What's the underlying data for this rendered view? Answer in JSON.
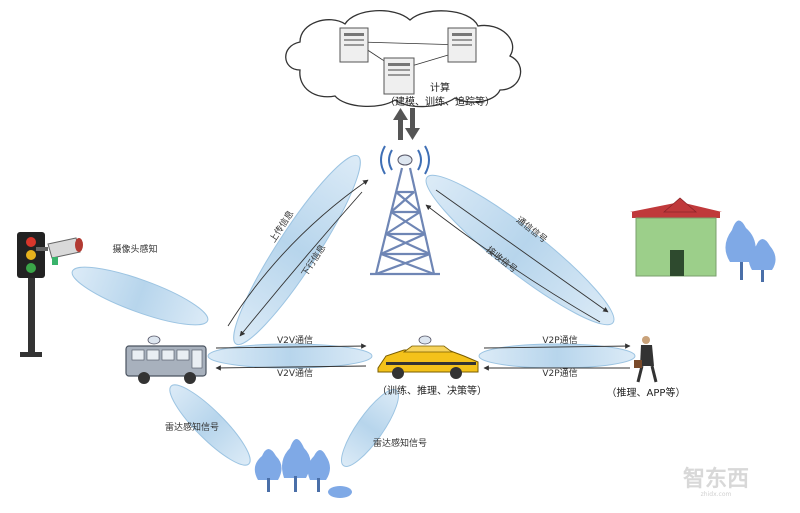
{
  "cloud": {
    "compute_title": "计算",
    "compute_detail": "（建模、训练、追踪等）"
  },
  "labels": {
    "camera_sense": "摄像头感知",
    "radar_left": "雷达感知信号",
    "radar_right": "雷达感知信号",
    "taxi_caption": "（训练、推理、决策等）",
    "person_caption": "（推理、APP等）",
    "tower_left_up": "上传信息",
    "tower_left_down": "下行信息",
    "tower_right_up": "通信信号",
    "tower_right_down": "接收信号",
    "bus_taxi_top": "V2V通信",
    "bus_taxi_bottom": "V2V通信",
    "taxi_person_top": "V2P通信",
    "taxi_person_bottom": "V2P通信"
  },
  "watermark": {
    "logo": "智东西",
    "sub": "zhidx.com"
  },
  "colors": {
    "beam": "#bcd9ee",
    "beam_edge": "#9cc4e2",
    "tower": "#6f86b5",
    "taxi": "#f4c21a",
    "bus": "#8d98a6",
    "tree": "#7fa9e6",
    "building_roof": "#c0393b",
    "building_wall": "#9ccf8a"
  }
}
